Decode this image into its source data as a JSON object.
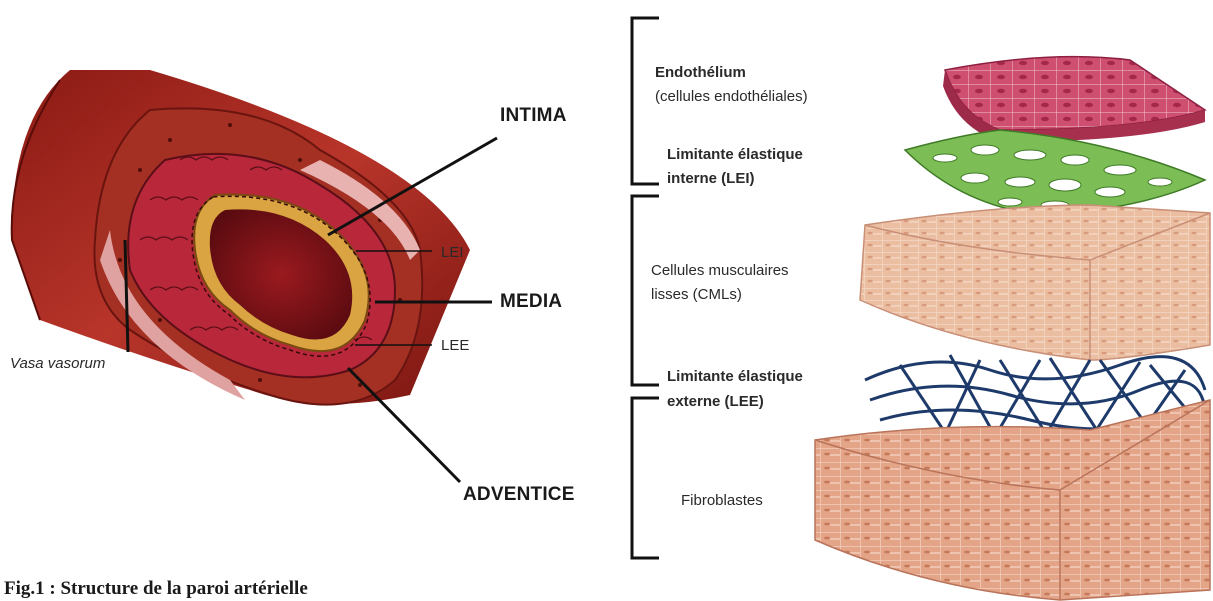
{
  "labels": {
    "intima": "INTIMA",
    "media": "MEDIA",
    "adventice": "ADVENTICE",
    "lei_short": "LEI",
    "lee_short": "LEE",
    "vasa": "Vasa vasorum"
  },
  "layers": {
    "endothelium_title": "Endothélium",
    "endothelium_sub": "(cellules endothéliales)",
    "lei_line1": "Limitante élastique",
    "lei_line2": "interne (LEI)",
    "cml_line1": "Cellules musculaires",
    "cml_line2": "lisses (CMLs)",
    "lee_line1": "Limitante élastique",
    "lee_line2": "externe (LEE)",
    "fibro": "Fibroblastes"
  },
  "caption": "Fig.1 : Structure de la paroi artérielle",
  "colors": {
    "adventitia": "#a52a20",
    "media": "#b5273a",
    "intima": "#d9a441",
    "lumen": "#6e0f14",
    "endothelium": "#c0405f",
    "lei_layer": "#6fb04a",
    "muscle_block": "#e9b99c",
    "lee_layer": "#1e3a6b",
    "fibro_block": "#dd9c80"
  }
}
